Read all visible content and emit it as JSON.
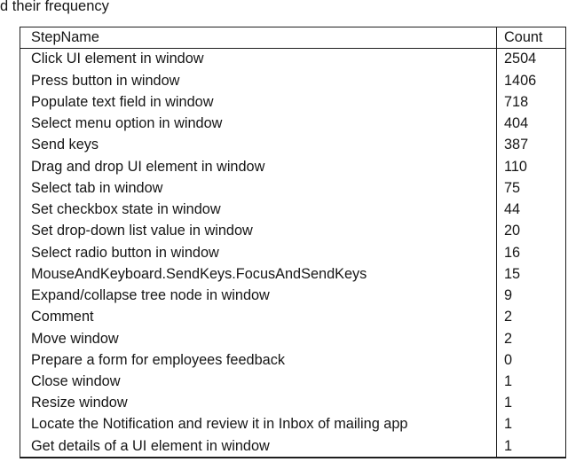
{
  "caption": {
    "text": "d their frequency"
  },
  "table": {
    "columns": [
      {
        "label": "StepName"
      },
      {
        "label": "Count"
      }
    ],
    "rows": [
      {
        "step": "Click UI element in window",
        "count": "2504"
      },
      {
        "step": "Press button in window",
        "count": "1406"
      },
      {
        "step": "Populate text field in window",
        "count": "718"
      },
      {
        "step": "Select menu option in window",
        "count": "404"
      },
      {
        "step": "Send keys",
        "count": "387"
      },
      {
        "step": "Drag and drop UI element in window",
        "count": "110"
      },
      {
        "step": "Select tab in window",
        "count": "75"
      },
      {
        "step": "Set checkbox state in window",
        "count": "44"
      },
      {
        "step": "Set drop-down list value in window",
        "count": "20"
      },
      {
        "step": "Select radio button in window",
        "count": "16"
      },
      {
        "step": "MouseAndKeyboard.SendKeys.FocusAndSendKeys",
        "count": "15"
      },
      {
        "step": "Expand/collapse tree node in window",
        "count": "9"
      },
      {
        "step": "Comment",
        "count": "2"
      },
      {
        "step": "Move window",
        "count": "2"
      },
      {
        "step": "Prepare a form for employees feedback",
        "count": "0"
      },
      {
        "step": "Close window",
        "count": "1"
      },
      {
        "step": "Resize window",
        "count": "1"
      },
      {
        "step": "Locate the Notification and review it in Inbox of mailing app",
        "count": "1"
      },
      {
        "step": "Get details of a UI element in window",
        "count": "1"
      }
    ]
  },
  "colors": {
    "text": "#161616",
    "border": "#1e1e1e",
    "background": "#ffffff"
  }
}
